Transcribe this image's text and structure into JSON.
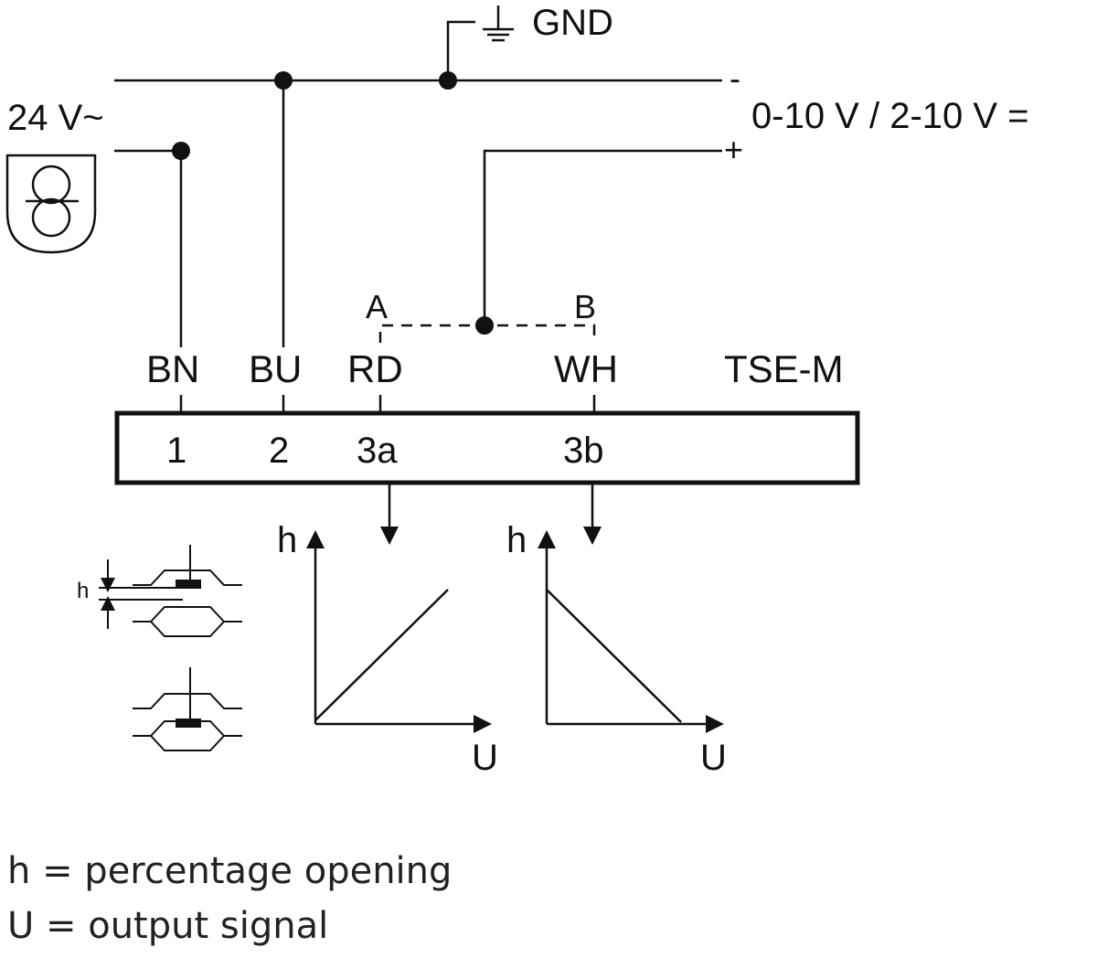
{
  "labels": {
    "gnd": "GND",
    "supply": "24 V~",
    "minus": "-",
    "signal": "0-10 V /  2-10 V =",
    "plus": "+",
    "a": "A",
    "b": "B",
    "bn": "BN",
    "bu": "BU",
    "rd": "RD",
    "wh": "WH",
    "model": "TSE-M",
    "t1": "1",
    "t2": "2",
    "t3a": "3a",
    "t3b": "3b",
    "h_small": "h",
    "graph1_y": "h",
    "graph1_x": "U",
    "graph2_y": "h",
    "graph2_x": "U"
  },
  "legend": {
    "h": "h = percentage opening",
    "u": "U = output signal"
  }
}
